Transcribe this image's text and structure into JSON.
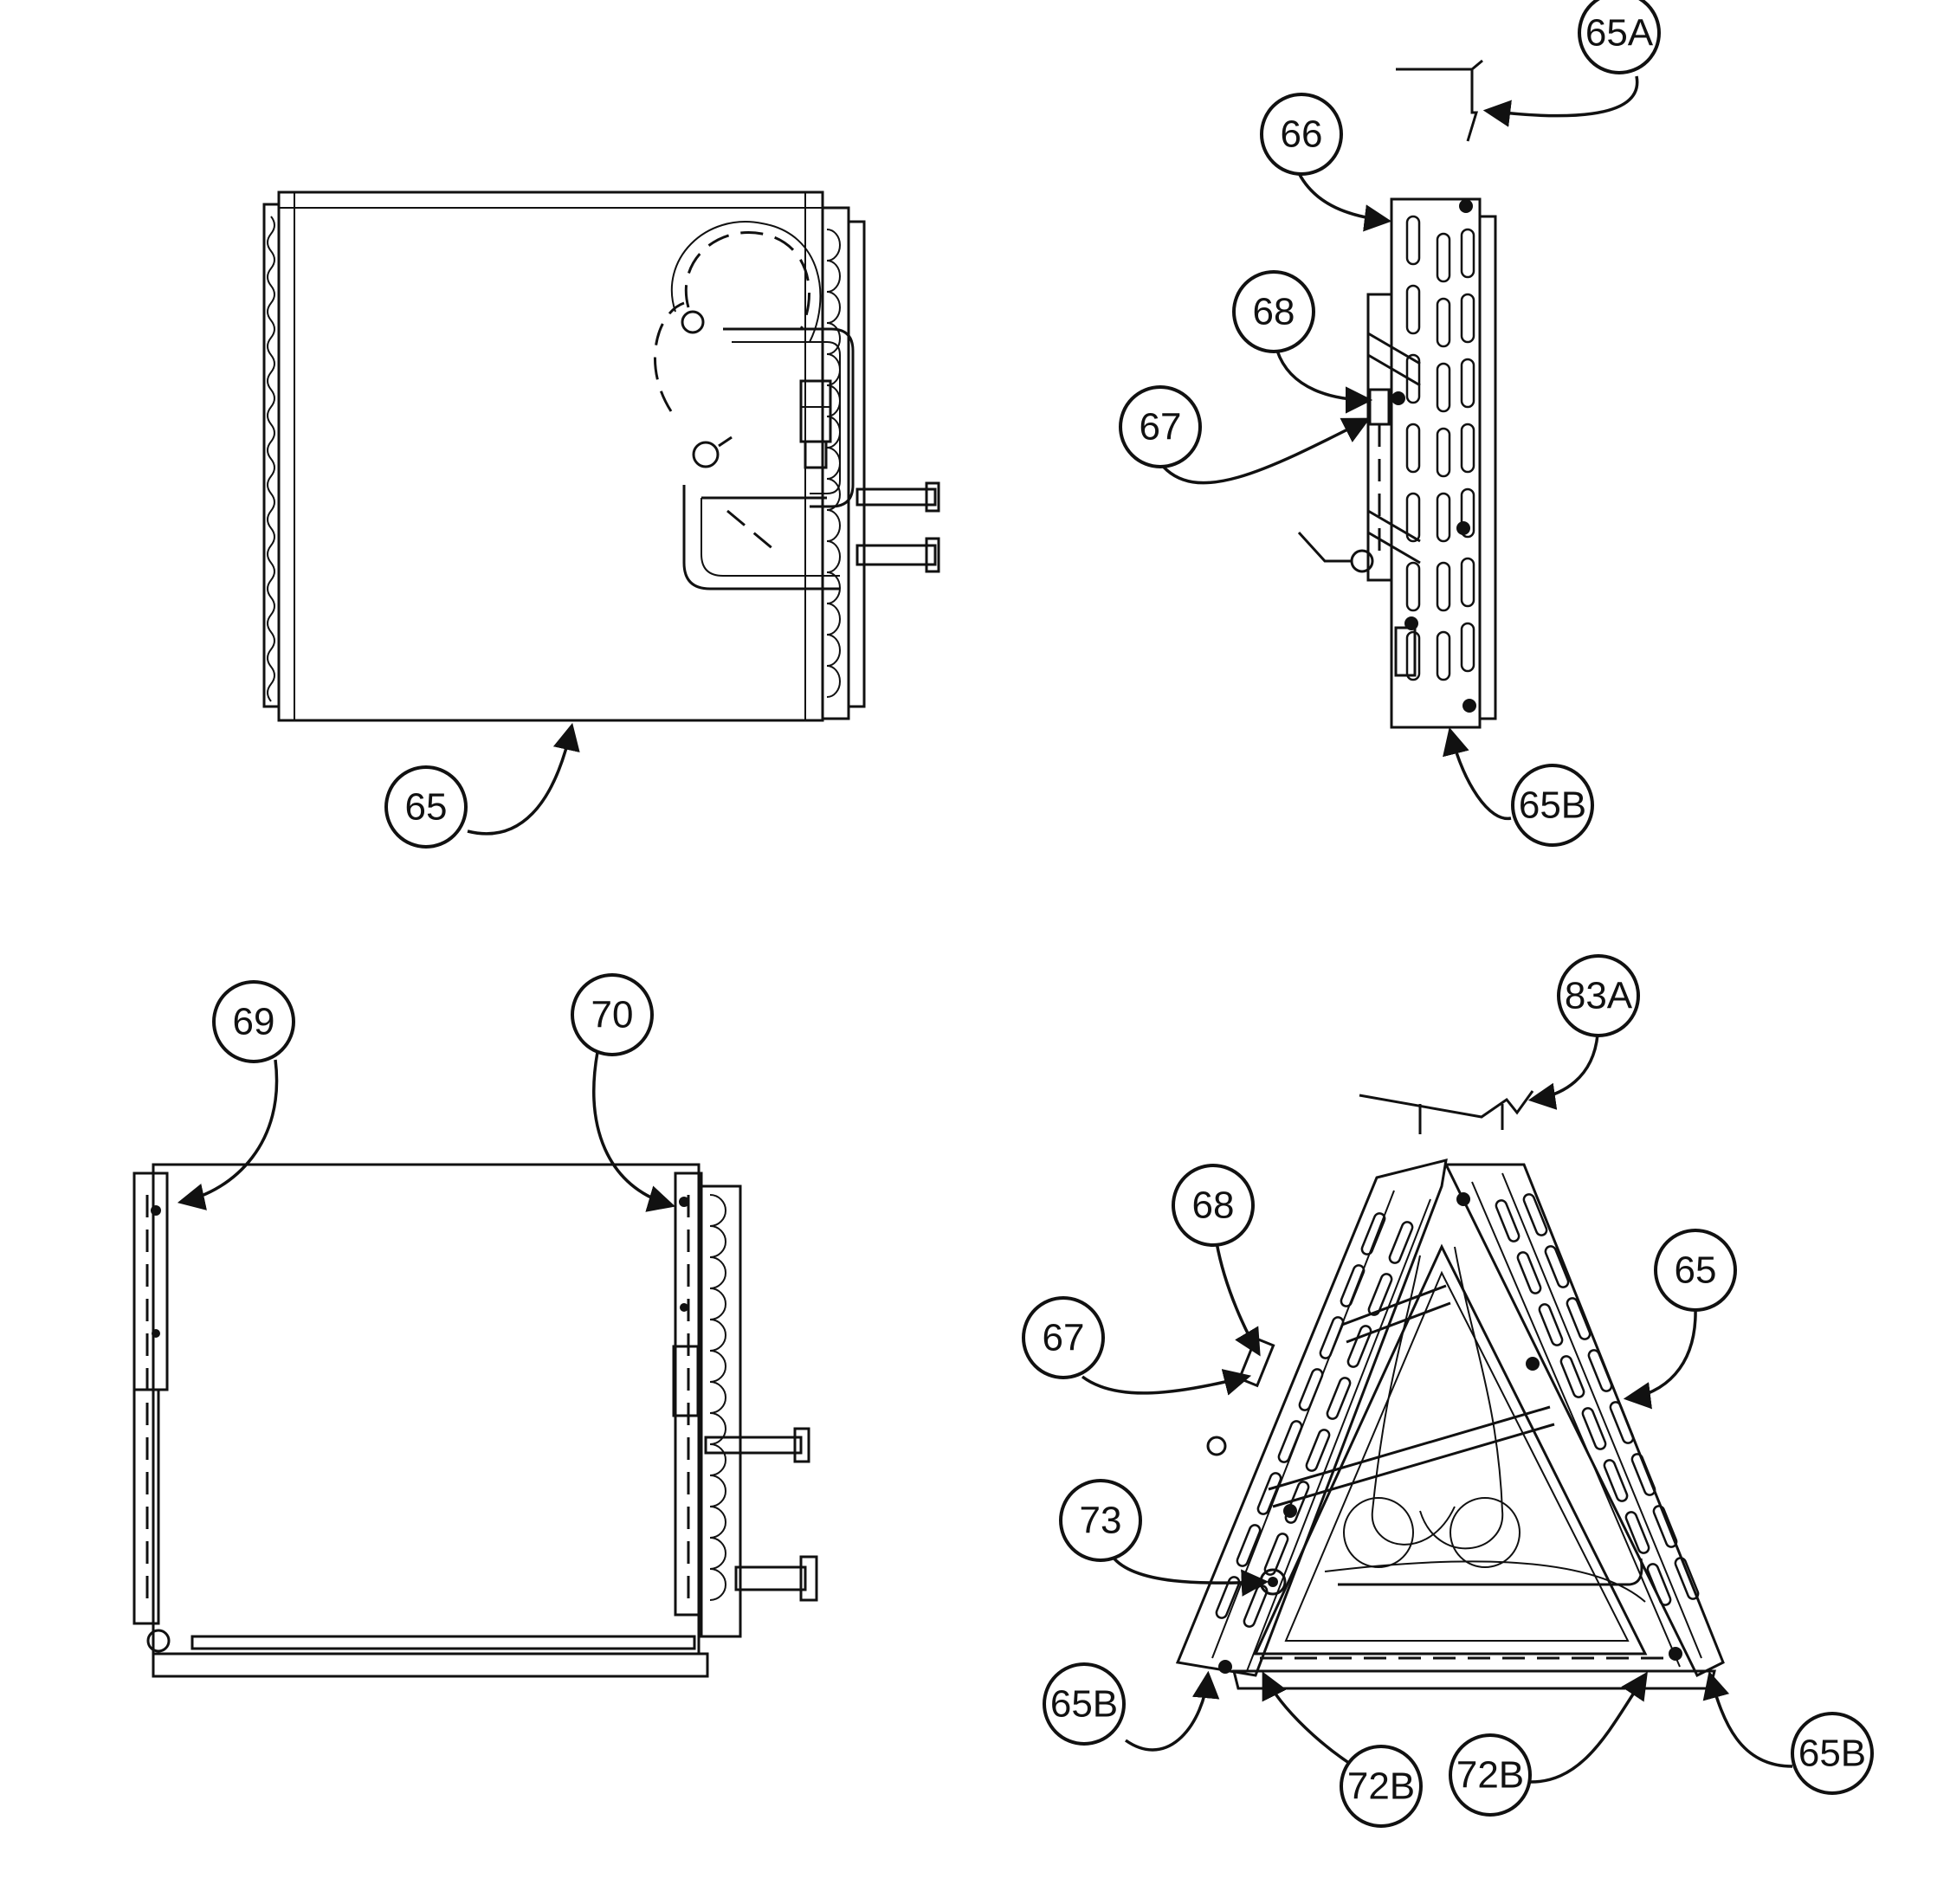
{
  "callouts": {
    "top_left": {
      "coil": "65"
    },
    "top_right": {
      "clip": "65A",
      "plate": "66",
      "fitting": "68",
      "tube": "67",
      "bracket": "65B"
    },
    "bottom_left": {
      "left_plate": "69",
      "right_plate": "70"
    },
    "bottom_right": {
      "plate": "83A",
      "fitting": "68",
      "tube": "67",
      "coil": "65",
      "pan_bracket": "73",
      "bracket_left": "65B",
      "bracket_right": "65B",
      "support_left": "72B",
      "support_right": "72B"
    }
  }
}
